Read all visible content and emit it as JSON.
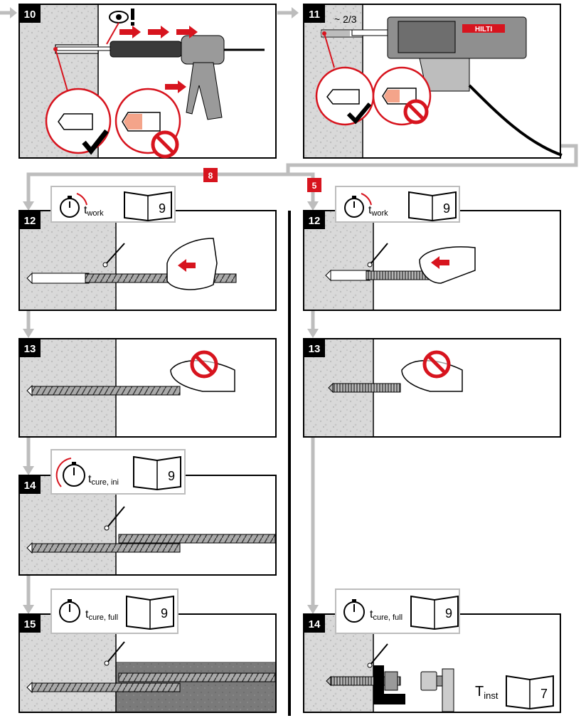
{
  "colors": {
    "accent_red": "#d7141e",
    "connector_gray": "#bdbdbd",
    "concrete_fill": "#d9d9d9",
    "black": "#000000"
  },
  "steps": {
    "s10": "10",
    "s11": "11",
    "s12a": "12",
    "s12b": "12",
    "s13a": "13",
    "s13b": "13",
    "s14a": "14",
    "s14b": "14",
    "s15": "15"
  },
  "branches": {
    "left": "8",
    "right": "5"
  },
  "fill_fraction_label": "~ 2/3",
  "brand": "HILTI",
  "labels": {
    "t": "t",
    "work": "work",
    "cure_ini": "cure, ini",
    "cure_full": "cure, full",
    "T": "T",
    "inst": "inst"
  },
  "manual_page": {
    "work_a": "9",
    "work_b": "9",
    "cure_ini": "9",
    "cure_full_a": "9",
    "cure_full_b": "9",
    "inst": "7"
  },
  "icons": {
    "stopwatch": "stopwatch-icon",
    "manual": "manual-book-icon",
    "prohibited": "prohibited-icon",
    "check": "check-icon",
    "eye": "eye-icon"
  }
}
